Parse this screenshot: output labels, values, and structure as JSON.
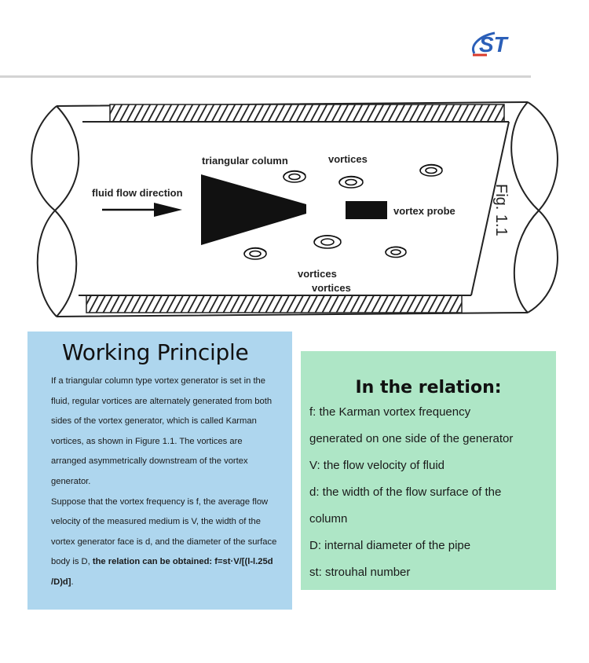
{
  "logo": {
    "text": "ST",
    "color": "#2b5fb8",
    "accent": "#d93a2b"
  },
  "figure": {
    "caption": "Fig. 1.1",
    "labels": {
      "triangular_column": "triangular column",
      "vortices_top": "vortices",
      "fluid_flow_direction": "fluid flow direction",
      "vortex_probe": "vortex probe",
      "vortices_bottom_1": "vortices",
      "vortices_bottom_2": "vortices"
    }
  },
  "working_principle": {
    "title": "Working Principle",
    "paragraph1": "If a triangular column type vortex generator is set in the fluid, regular vortices are alternately generated from both sides of the vortex generator, which is called Karman vortices, as shown in Figure 1.1. The vortices are arranged asymmetrically downstream of the vortex generator.",
    "paragraph2_plain": "Suppose that the vortex frequency is f, the average flow velocity of the measured medium is V, the width of the vortex generator face is d, and the diameter of the surface body is D, ",
    "paragraph2_bold": "the relation can be obtained: f=st·V/[(l-l.25d /D)d]",
    "paragraph2_end": "."
  },
  "relation": {
    "title": "In the relation:",
    "items": [
      "f: the Karman vortex frequency",
      "generated on one side of the generator",
      "V: the flow velocity of fluid",
      "d: the width of the flow surface of the",
      "column",
      "D: internal diameter of the pipe",
      "st: strouhal number"
    ]
  }
}
